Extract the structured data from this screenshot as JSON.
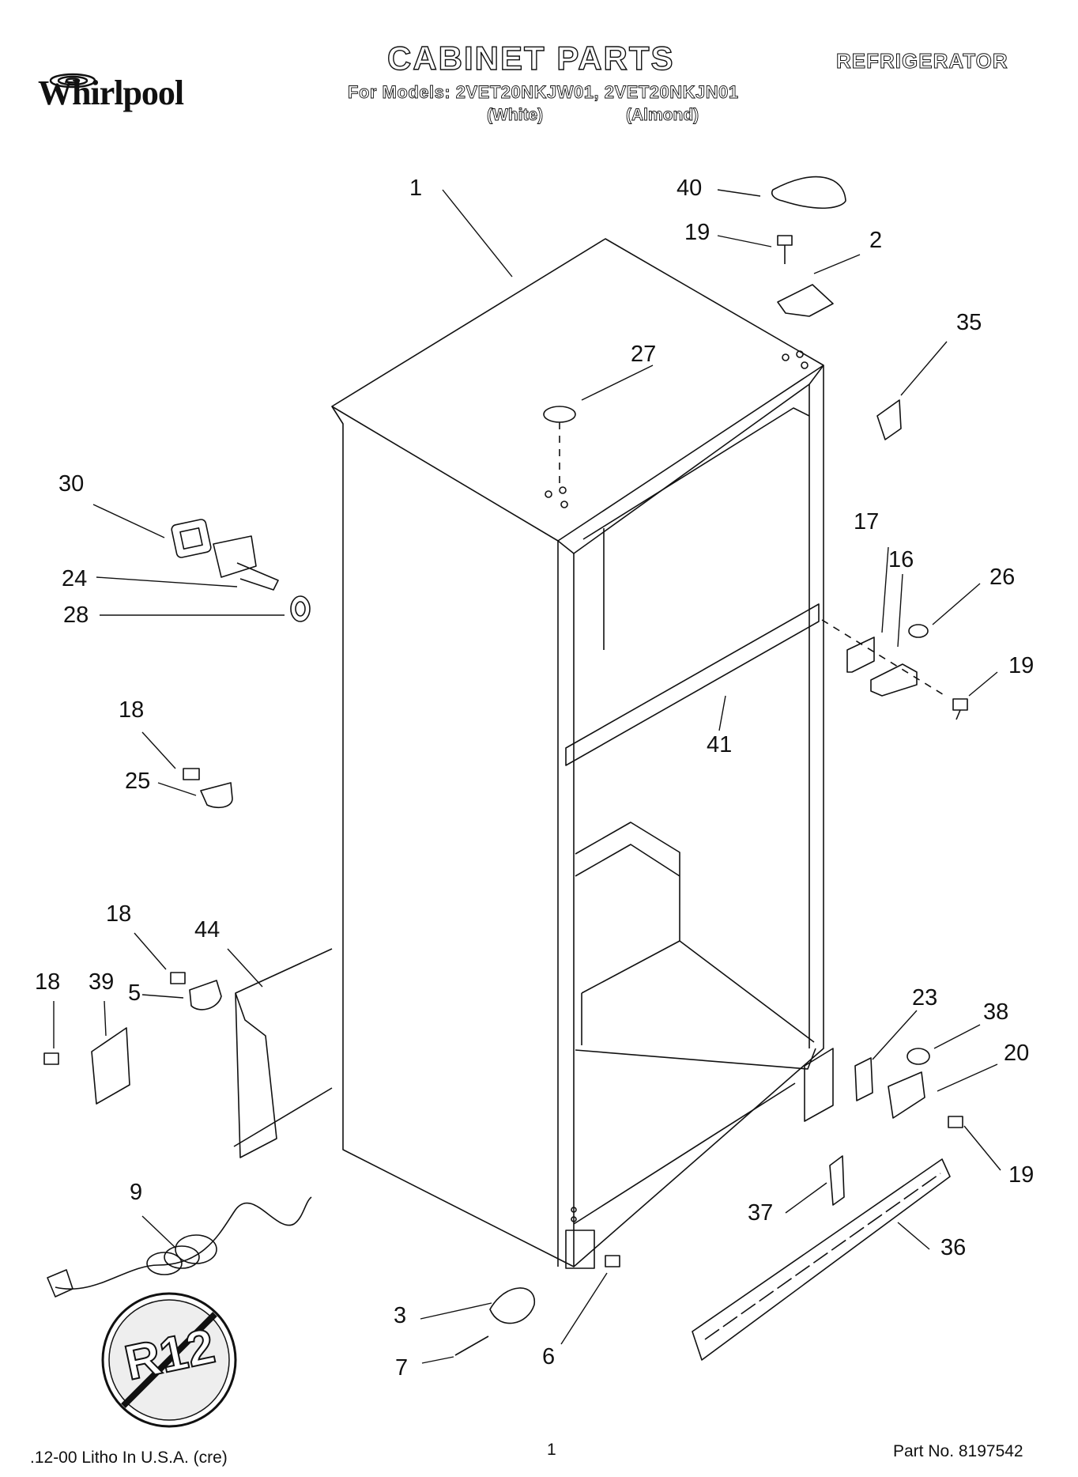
{
  "brand": "Whirlpool",
  "header": {
    "title": "CABINET PARTS",
    "appliance": "REFRIGERATOR",
    "models_line": "For Models: 2VET20NKJW01, 2VET20NKJN01",
    "color_1": "(White)",
    "color_2": "(Almond)"
  },
  "callouts": {
    "c1": "1",
    "c2": "2",
    "c3": "3",
    "c5": "5",
    "c6": "6",
    "c7": "7",
    "c9": "9",
    "c16": "16",
    "c17": "17",
    "c18a": "18",
    "c18b": "18",
    "c18c": "18",
    "c19a": "19",
    "c19b": "19",
    "c19c": "19",
    "c20": "20",
    "c23": "23",
    "c24": "24",
    "c25": "25",
    "c26": "26",
    "c27": "27",
    "c28": "28",
    "c30": "30",
    "c35": "35",
    "c36": "36",
    "c37": "37",
    "c38": "38",
    "c39": "39",
    "c40": "40",
    "c41": "41",
    "c44": "44"
  },
  "r12_badge": "R12",
  "footer": {
    "litho": ".12-00 Litho In U.S.A. (cre)",
    "page": "1",
    "part_no": "Part No. 8197542"
  }
}
